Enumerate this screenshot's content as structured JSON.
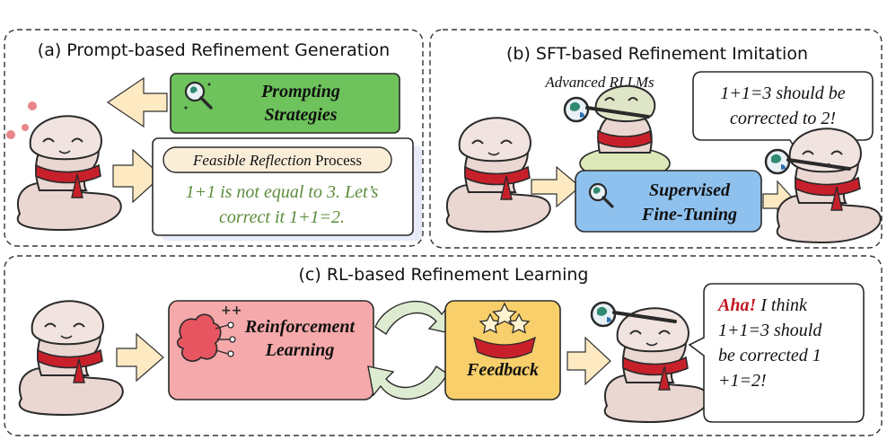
{
  "panel_a": {
    "title": "(a) Prompt-based Refinement Generation",
    "strategy_line1": "Prompting",
    "strategy_line2": "Strategies",
    "reflection_italic": "Feasible Reflection",
    "reflection_rest": " Process",
    "text_line1": "1+1 is not equal to 3. Let’s",
    "text_line2": "correct it 1+1=2."
  },
  "panel_b": {
    "title": "(b) SFT-based Refinement Imitation",
    "advanced_label": "Advanced RLLMs",
    "sft_line1": "Supervised",
    "sft_line2": "Fine-Tuning",
    "bubble_line1": "1+1=3 should be",
    "bubble_line2": "corrected to 2!"
  },
  "panel_c": {
    "title": "(c) RL-based Refinement Learning",
    "rl_line1": "Reinforcement",
    "rl_line2": "Learning",
    "feedback": "Feedback",
    "aha": "Aha!",
    "bubble_line1": " I think",
    "bubble_line2": "1+1=3 should",
    "bubble_line3": "be corrected 1",
    "bubble_line4": "+1=2!"
  },
  "colors": {
    "green_box": "#6ec35c",
    "blue_box": "#8fc1ee",
    "pink_box": "#f5a9aa",
    "yellow_box": "#f8cf6a",
    "arrow_fill": "#fde9c2",
    "cycle_fill": "#ddebd0",
    "snake_body": "#ead7d2",
    "scarf": "#c8202b",
    "green_text": "#5b8c3a",
    "aha_red": "#c0161e"
  }
}
